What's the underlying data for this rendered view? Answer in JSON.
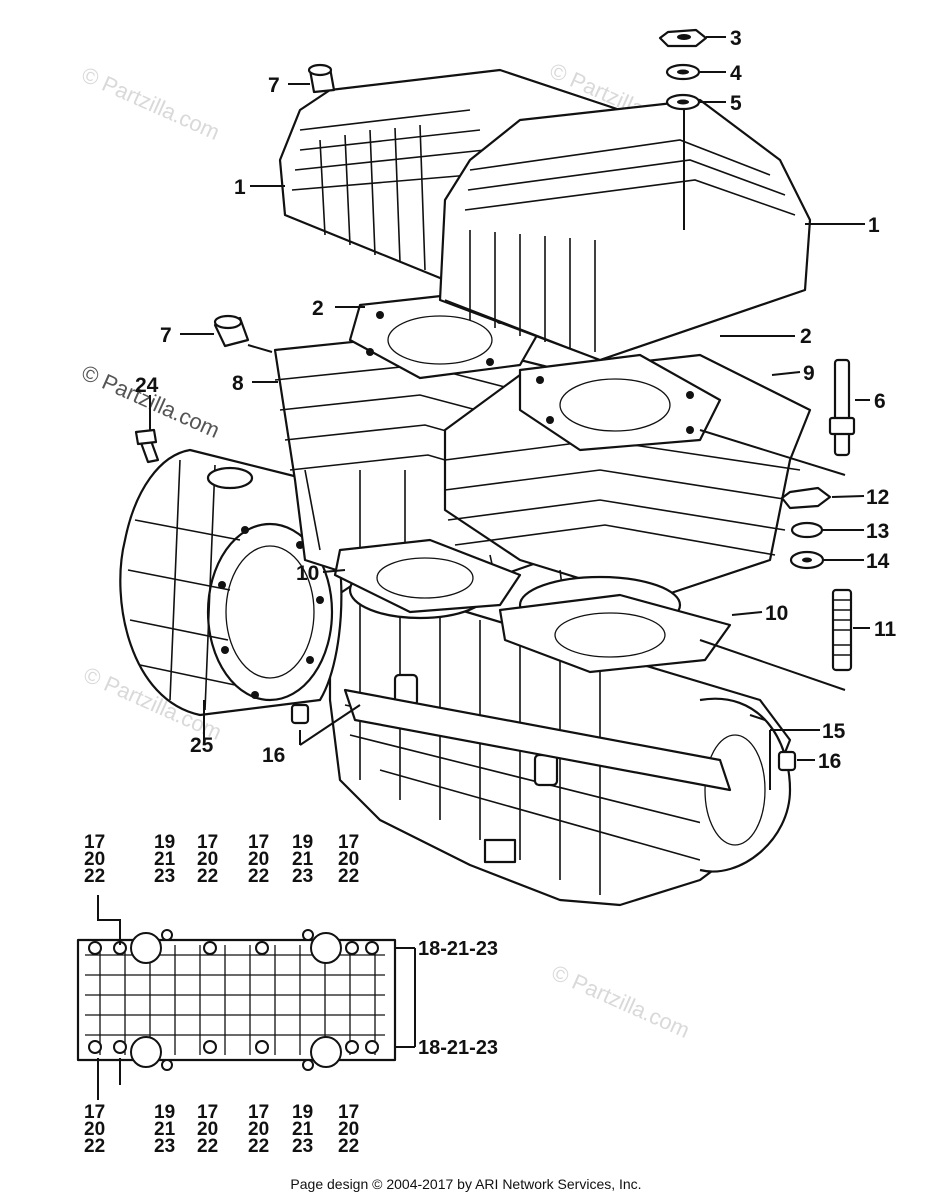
{
  "watermark": "© Partzilla.com",
  "footer": "Page design © 2004-2017 by ARI Network Services, Inc.",
  "callouts": [
    {
      "id": "c1a",
      "text": "1"
    },
    {
      "id": "c1b",
      "text": "1"
    },
    {
      "id": "c2a",
      "text": "2"
    },
    {
      "id": "c2b",
      "text": "2"
    },
    {
      "id": "c3",
      "text": "3"
    },
    {
      "id": "c4",
      "text": "4"
    },
    {
      "id": "c5",
      "text": "5"
    },
    {
      "id": "c6",
      "text": "6"
    },
    {
      "id": "c7a",
      "text": "7"
    },
    {
      "id": "c7b",
      "text": "7"
    },
    {
      "id": "c8",
      "text": "8"
    },
    {
      "id": "c9",
      "text": "9"
    },
    {
      "id": "c10a",
      "text": "10"
    },
    {
      "id": "c10b",
      "text": "10"
    },
    {
      "id": "c11",
      "text": "11"
    },
    {
      "id": "c12",
      "text": "12"
    },
    {
      "id": "c13",
      "text": "13"
    },
    {
      "id": "c14",
      "text": "14"
    },
    {
      "id": "c15",
      "text": "15"
    },
    {
      "id": "c16a",
      "text": "16"
    },
    {
      "id": "c16b",
      "text": "16"
    },
    {
      "id": "c24",
      "text": "24"
    },
    {
      "id": "c25",
      "text": "25"
    },
    {
      "id": "c18a",
      "text": "18-21-23"
    },
    {
      "id": "c18b",
      "text": "18-21-23"
    }
  ],
  "stack_a": [
    "17",
    "20",
    "22"
  ],
  "stack_b": [
    "19",
    "21",
    "23"
  ]
}
